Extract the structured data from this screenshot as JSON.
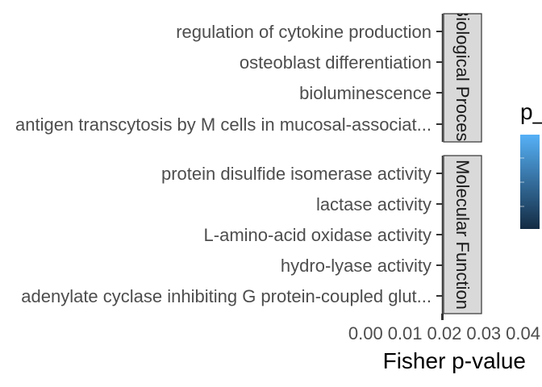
{
  "chart_data": {
    "type": "bar",
    "orientation": "horizontal",
    "xlabel": "Fisher p-value",
    "x_tick_labels": [
      "0.00",
      "0.01",
      "0.02",
      "0.03",
      "0.04"
    ],
    "facets": [
      {
        "label": "Biological Process",
        "categories": [
          "regulation of cytokine production",
          "osteoblast differentiation",
          "bioluminescence",
          "antigen transcytosis by M cells in mucosal-associat..."
        ]
      },
      {
        "label": "Molecular Function",
        "categories": [
          "protein disulfide isomerase activity",
          "lactase activity",
          "L-amino-acid oxidase activity",
          "hydro-lyase activity",
          "adenylate cyclase inhibiting G protein-coupled glut..."
        ]
      }
    ],
    "legend": {
      "title": "p_value",
      "type": "colorbar",
      "low_color": "#132B43",
      "high_color": "#56B1F7",
      "placement": "right"
    }
  }
}
